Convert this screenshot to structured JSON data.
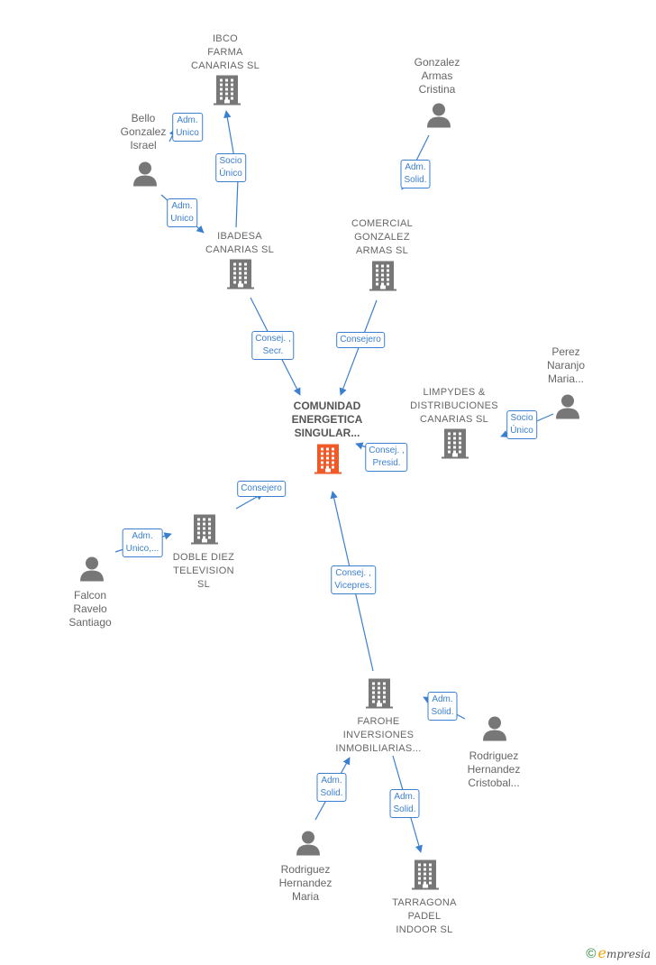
{
  "colors": {
    "edge": "#3b7fd0",
    "node": "#777777",
    "focus": "#f05a28"
  },
  "nodes": [
    {
      "id": "ibco",
      "kind": "company",
      "label": "IBCO\nFARMA\nCANARIAS  SL"
    },
    {
      "id": "bello",
      "kind": "person",
      "label": "Bello\nGonzalez\nIsrael"
    },
    {
      "id": "gonzalez_armas",
      "kind": "person",
      "label": "Gonzalez\nArmas\nCristina"
    },
    {
      "id": "ibadesa",
      "kind": "company",
      "label": "IBADESA\nCANARIAS SL"
    },
    {
      "id": "comercial",
      "kind": "company",
      "label": "COMERCIAL\nGONZALEZ\nARMAS  SL"
    },
    {
      "id": "comunidad",
      "kind": "focus",
      "label": "COMUNIDAD\nENERGETICA\nSINGULAR..."
    },
    {
      "id": "limpydes",
      "kind": "company",
      "label": "LIMPYDES &\nDISTRIBUCIONES\nCANARIAS  SL"
    },
    {
      "id": "perez",
      "kind": "person",
      "label": "Perez\nNaranjo\nMaria..."
    },
    {
      "id": "doble",
      "kind": "company",
      "label": "DOBLE DIEZ\nTELEVISION\nSL"
    },
    {
      "id": "falcon",
      "kind": "person",
      "label": "Falcon\nRavelo\nSantiago"
    },
    {
      "id": "farohe",
      "kind": "company",
      "label": "FAROHE\nINVERSIONES\nINMOBILIARIAS..."
    },
    {
      "id": "rod_cristobal",
      "kind": "person",
      "label": "Rodriguez\nHernandez\nCristobal..."
    },
    {
      "id": "rod_maria",
      "kind": "person",
      "label": "Rodriguez\nHernandez\nMaria"
    },
    {
      "id": "tarragona",
      "kind": "company",
      "label": "TARRAGONA\nPADEL\nINDOOR SL"
    }
  ],
  "edges": [
    {
      "from": "bello",
      "to": "ibco",
      "label": "Adm.\nUnico"
    },
    {
      "from": "ibadesa",
      "to": "ibco",
      "label": "Socio\nÚnico"
    },
    {
      "from": "bello",
      "to": "ibadesa",
      "label": "Adm.\nUnico"
    },
    {
      "from": "gonzalez_armas",
      "to": "comercial",
      "label": "Adm.\nSolid."
    },
    {
      "from": "ibadesa",
      "to": "comunidad",
      "label": "Consej. ,\nSecr."
    },
    {
      "from": "comercial",
      "to": "comunidad",
      "label": "Consejero"
    },
    {
      "from": "limpydes",
      "to": "comunidad",
      "label": "Consej. ,\nPresid."
    },
    {
      "from": "perez",
      "to": "limpydes",
      "label": "Socio\nÚnico"
    },
    {
      "from": "doble",
      "to": "comunidad",
      "label": "Consejero"
    },
    {
      "from": "falcon",
      "to": "doble",
      "label": "Adm.\nUnico,..."
    },
    {
      "from": "farohe",
      "to": "comunidad",
      "label": "Consej. ,\nVicepres."
    },
    {
      "from": "rod_cristobal",
      "to": "farohe",
      "label": "Adm.\nSolid."
    },
    {
      "from": "rod_maria",
      "to": "farohe",
      "label": "Adm.\nSolid."
    },
    {
      "from": "farohe",
      "to": "tarragona",
      "label": "Adm.\nSolid."
    }
  ],
  "brand": {
    "copyright": "©",
    "name_initial": "e",
    "name_rest": "mpresia"
  }
}
